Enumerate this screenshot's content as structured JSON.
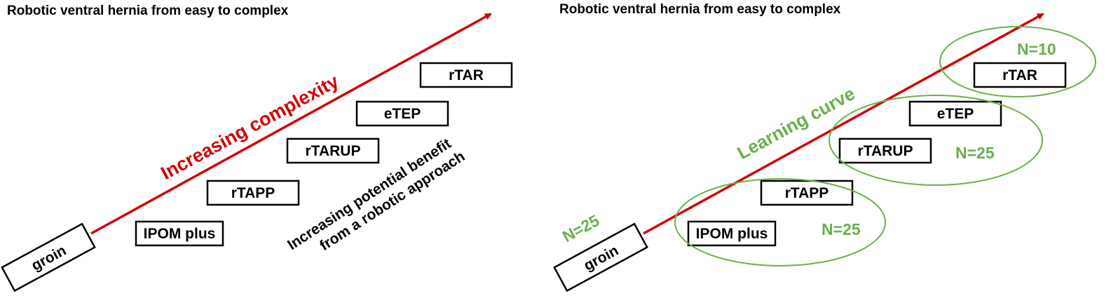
{
  "panels": {
    "left": {
      "title": "Robotic ventral hernia from easy to complex",
      "arrow_label": "Increasing complexity",
      "note_line1": "Increasing potential benefit",
      "note_line2": "from a robotic approach",
      "steps": [
        "groin",
        "IPOM plus",
        "rTAPP",
        "rTARUP",
        "eTEP",
        "rTAR"
      ]
    },
    "right": {
      "title": "Robotic ventral hernia from easy to complex",
      "arrow_label": "Learning curve",
      "groin_n": "N=25",
      "steps": [
        "groin",
        "IPOM plus",
        "rTAPP",
        "rTARUP",
        "eTEP",
        "rTAR"
      ],
      "group_counts": [
        "N=25",
        "N=25",
        "N=10"
      ]
    }
  },
  "colors": {
    "arrow": "#d40000",
    "learning": "#6ab04c",
    "box_border": "#000000"
  }
}
